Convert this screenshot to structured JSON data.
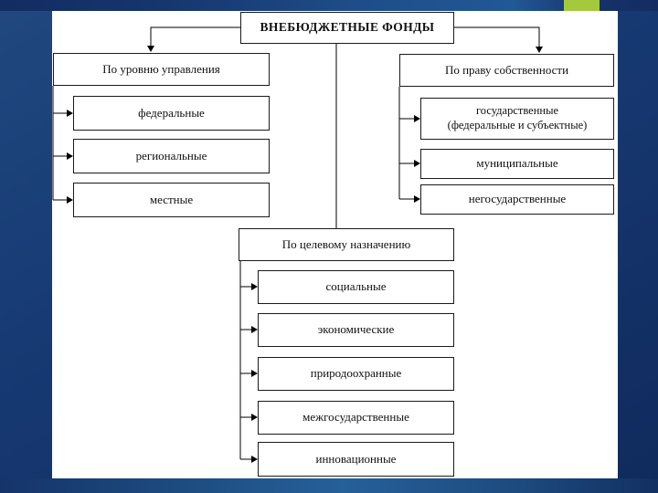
{
  "slide": {
    "title": "ВНЕБЮДЖЕТНЫЕ ФОНДЫ",
    "branches": [
      {
        "header": "По уровню управления",
        "items": [
          {
            "lines": [
              "федеральные"
            ]
          },
          {
            "lines": [
              "региональные"
            ]
          },
          {
            "lines": [
              "местные"
            ]
          }
        ]
      },
      {
        "header": "По праву собственности",
        "items": [
          {
            "lines": [
              "государственные",
              "(федеральные и субъектные)"
            ]
          },
          {
            "lines": [
              "муниципальные"
            ]
          },
          {
            "lines": [
              "негосударственные"
            ]
          }
        ]
      },
      {
        "header": "По целевому назначению",
        "items": [
          {
            "lines": [
              "социальные"
            ]
          },
          {
            "lines": [
              "экономические"
            ]
          },
          {
            "lines": [
              "природоохранные"
            ]
          },
          {
            "lines": [
              "межгосударственные"
            ]
          },
          {
            "lines": [
              "инновационные"
            ]
          }
        ]
      }
    ]
  },
  "colors": {
    "background_navy_top": "#20497F",
    "background_navy_bottom": "#102A5C",
    "slide_background": "#FFFFFF",
    "box_border": "#1A1A1A",
    "text_color": "#111111",
    "accent_green": "#A5C93C",
    "top_bar_blue": "#1E4E89",
    "bottom_bar_blue": "#266099",
    "connector_line": "#000000"
  }
}
